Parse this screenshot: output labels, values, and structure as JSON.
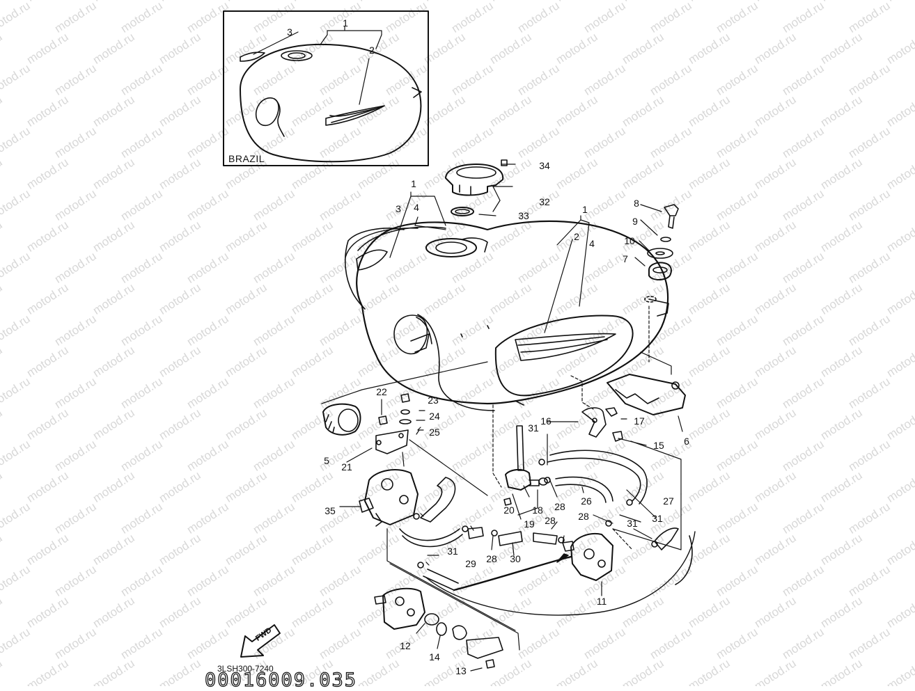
{
  "watermark": "motod.ru",
  "inset": {
    "label": "BRAZIL"
  },
  "footer": {
    "drawing_code": "3LSH300-7240",
    "catalog_number": "00016009.035"
  },
  "fwd_label": "FWD",
  "callouts": [
    {
      "id": "c-inset-1",
      "text": "1"
    },
    {
      "id": "c-inset-2",
      "text": "2"
    },
    {
      "id": "c-inset-3",
      "text": "3"
    },
    {
      "id": "c-34",
      "text": "34"
    },
    {
      "id": "c-32",
      "text": "32"
    },
    {
      "id": "c-33",
      "text": "33"
    },
    {
      "id": "c-left-1",
      "text": "1"
    },
    {
      "id": "c-left-3",
      "text": "3"
    },
    {
      "id": "c-left-4",
      "text": "4"
    },
    {
      "id": "c-right-1",
      "text": "1"
    },
    {
      "id": "c-right-2",
      "text": "2"
    },
    {
      "id": "c-right-4",
      "text": "4"
    },
    {
      "id": "c-8",
      "text": "8"
    },
    {
      "id": "c-9",
      "text": "9"
    },
    {
      "id": "c-10",
      "text": "10"
    },
    {
      "id": "c-7",
      "text": "7"
    },
    {
      "id": "c-22",
      "text": "22"
    },
    {
      "id": "c-23",
      "text": "23"
    },
    {
      "id": "c-24",
      "text": "24"
    },
    {
      "id": "c-25",
      "text": "25"
    },
    {
      "id": "c-5",
      "text": "5"
    },
    {
      "id": "c-21",
      "text": "21"
    },
    {
      "id": "c-35",
      "text": "35"
    },
    {
      "id": "c-31a",
      "text": "31"
    },
    {
      "id": "c-16",
      "text": "16"
    },
    {
      "id": "c-17",
      "text": "17"
    },
    {
      "id": "c-15",
      "text": "15"
    },
    {
      "id": "c-6",
      "text": "6"
    },
    {
      "id": "c-20",
      "text": "20"
    },
    {
      "id": "c-18",
      "text": "18"
    },
    {
      "id": "c-28a",
      "text": "28"
    },
    {
      "id": "c-26",
      "text": "26"
    },
    {
      "id": "c-27",
      "text": "27"
    },
    {
      "id": "c-19",
      "text": "19"
    },
    {
      "id": "c-28b",
      "text": "28"
    },
    {
      "id": "c-28c",
      "text": "28"
    },
    {
      "id": "c-31b",
      "text": "31"
    },
    {
      "id": "c-31c",
      "text": "31"
    },
    {
      "id": "c-31d",
      "text": "31"
    },
    {
      "id": "c-29",
      "text": "29"
    },
    {
      "id": "c-28d",
      "text": "28"
    },
    {
      "id": "c-30",
      "text": "30"
    },
    {
      "id": "c-11",
      "text": "11"
    },
    {
      "id": "c-12",
      "text": "12"
    },
    {
      "id": "c-14",
      "text": "14"
    },
    {
      "id": "c-13",
      "text": "13"
    }
  ]
}
